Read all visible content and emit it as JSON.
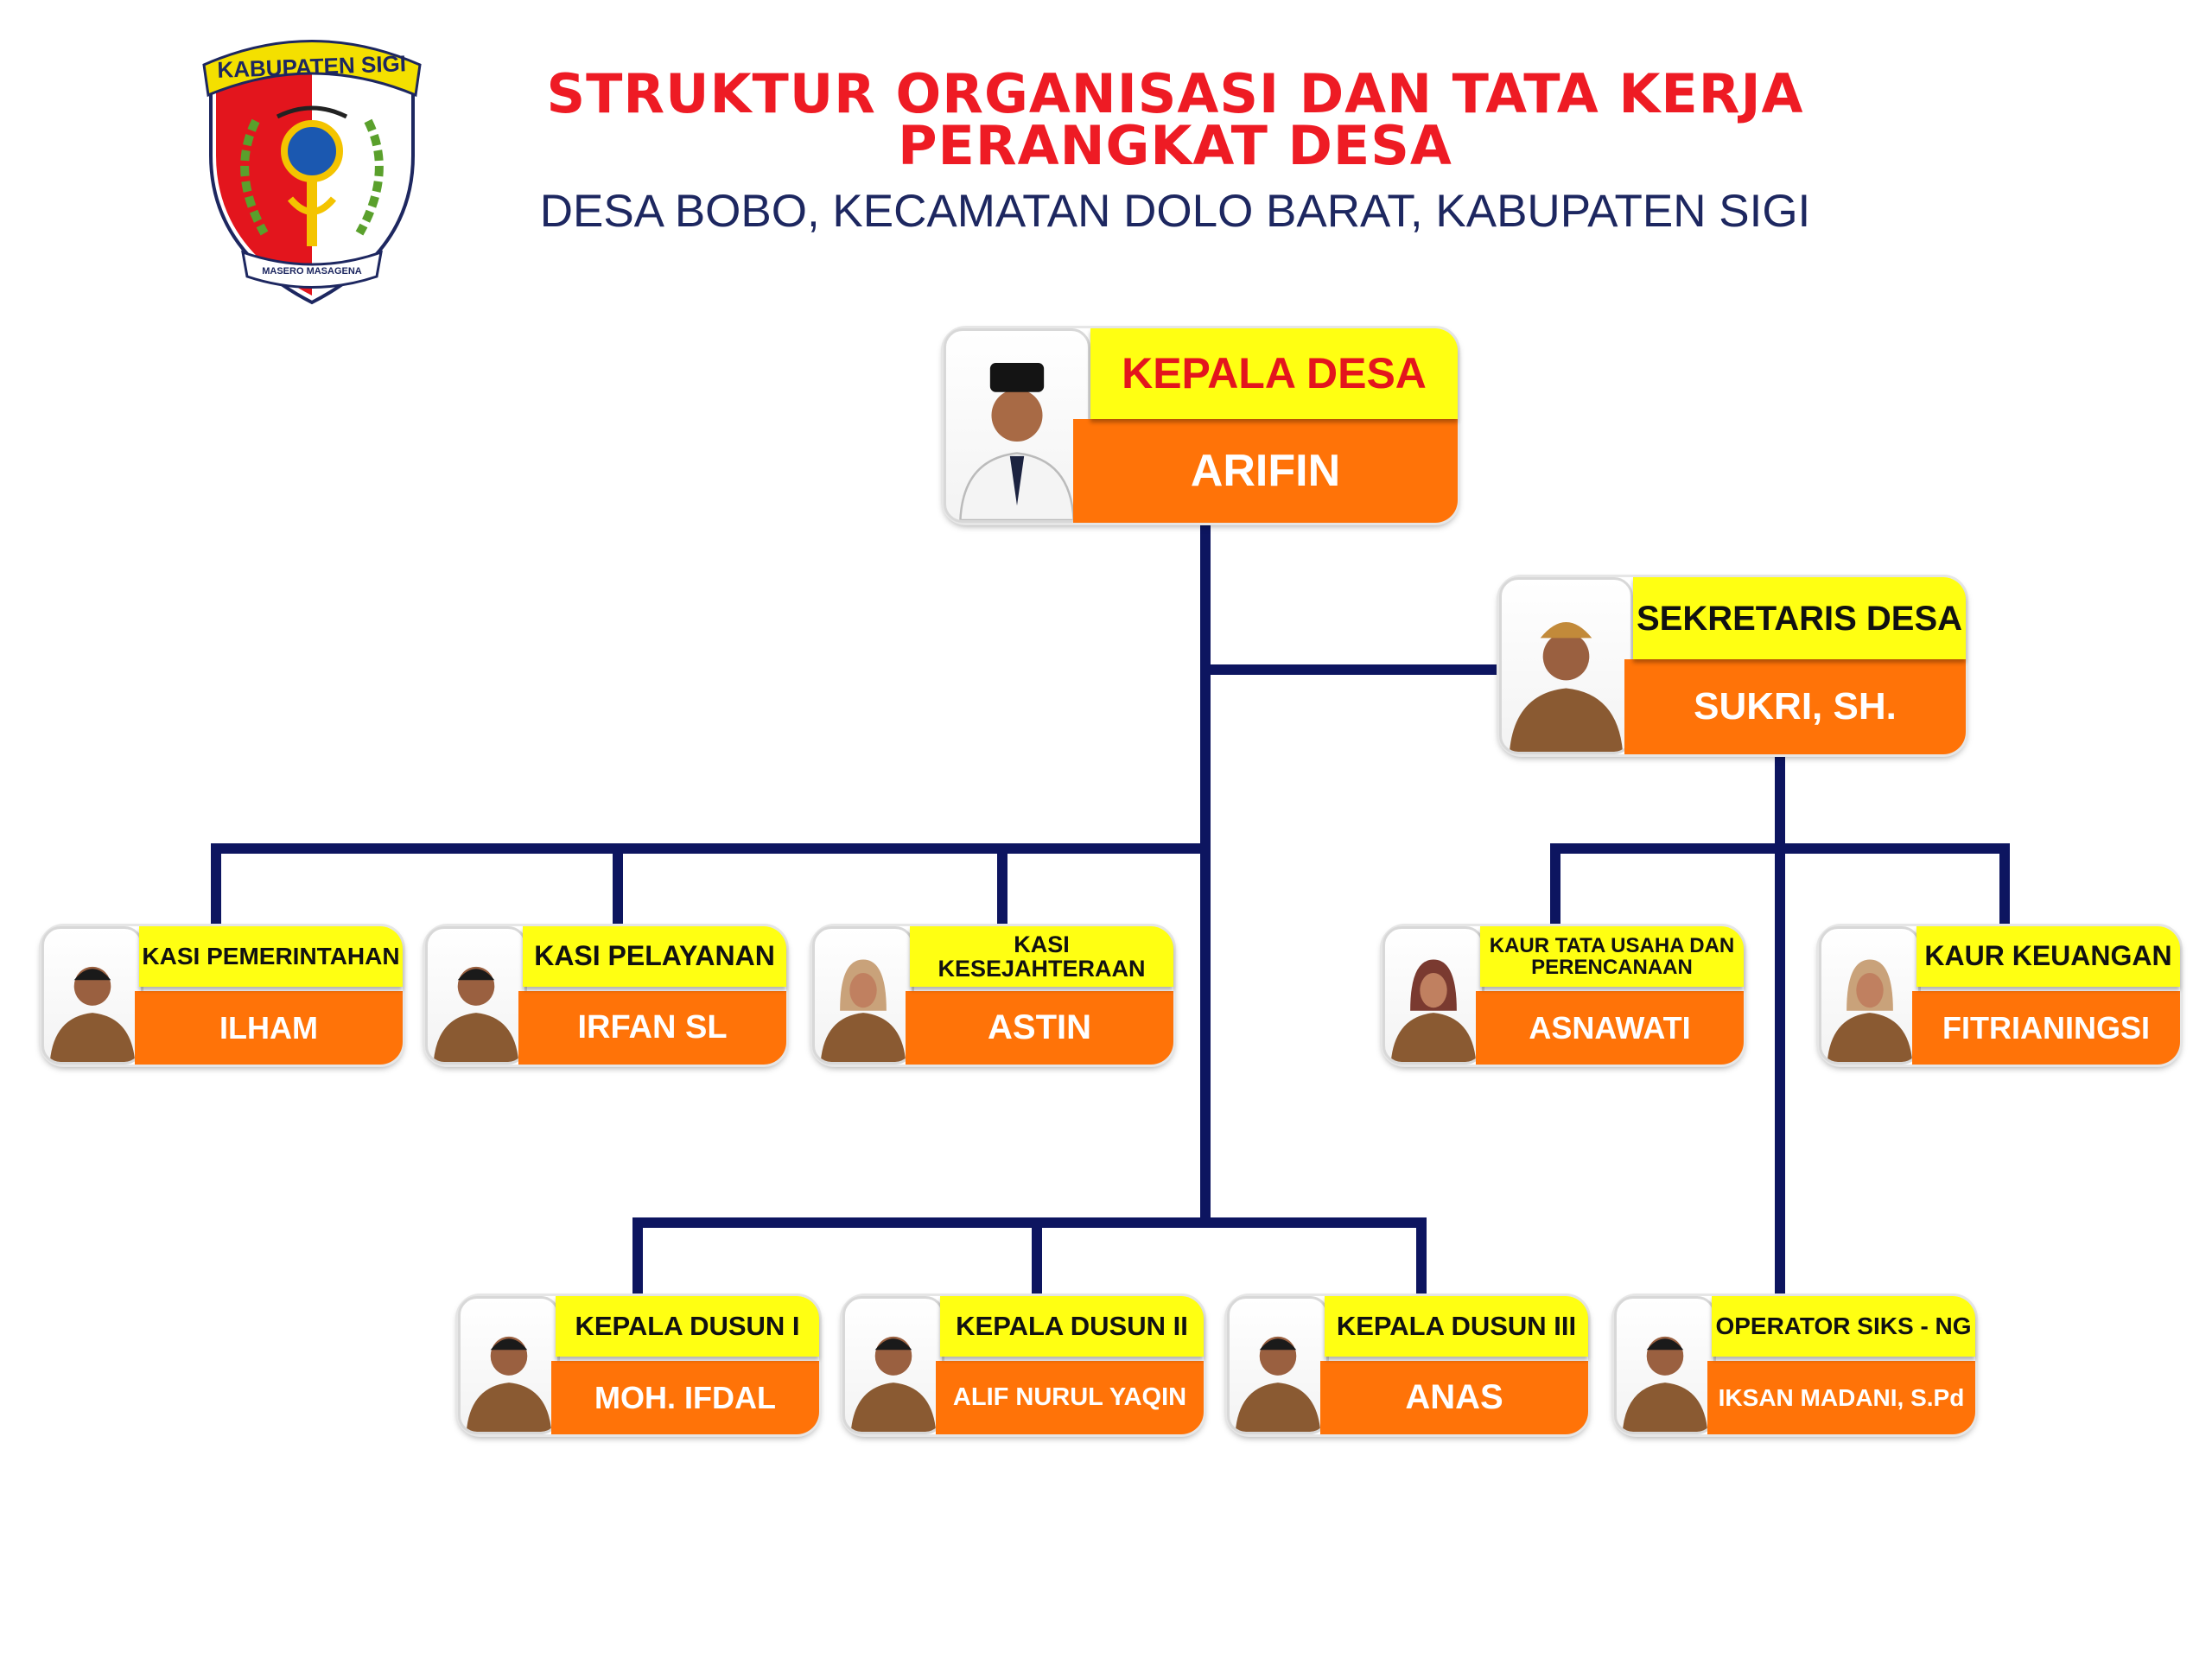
{
  "header": {
    "title_line1": "STRUKTUR ORGANISASI DAN TATA KERJA",
    "title_line2": "PERANGKAT DESA",
    "subtitle": "DESA BOBO, KECAMATAN DOLO BARAT, KABUPATEN SIGI"
  },
  "logo": {
    "top_text": "KABUPATEN SIGI",
    "bottom_text": "MASERO MASAGENA"
  },
  "colors": {
    "title_red": "#ee1b24",
    "subtitle_navy": "#1d2760",
    "line_navy": "#0d1560",
    "rank_yellow": "#ffff12",
    "name_orange": "#ff7308"
  },
  "org": {
    "kepala_desa": {
      "role": "KEPALA DESA",
      "name": "ARIFIN"
    },
    "sekretaris_desa": {
      "role": "SEKRETARIS DESA",
      "name": "SUKRI, SH."
    },
    "kasi": [
      {
        "role": "KASI PEMERINTAHAN",
        "name": "ILHAM"
      },
      {
        "role": "KASI PELAYANAN",
        "name": "IRFAN SL"
      },
      {
        "role": "KASI KESEJAHTERAAN",
        "name": "ASTIN"
      }
    ],
    "kaur": [
      {
        "role": "KAUR TATA USAHA DAN PERENCANAAN",
        "name": "ASNAWATI"
      },
      {
        "role": "KAUR KEUANGAN",
        "name": "FITRIANINGSI"
      }
    ],
    "dusun": [
      {
        "role": "KEPALA DUSUN I",
        "name": "MOH. IFDAL"
      },
      {
        "role": "KEPALA DUSUN II",
        "name": "ALIF NURUL YAQIN"
      },
      {
        "role": "KEPALA DUSUN III",
        "name": "ANAS"
      }
    ],
    "operator": {
      "role": "OPERATOR SIKS - NG",
      "name": "IKSAN MADANI, S.Pd"
    }
  }
}
